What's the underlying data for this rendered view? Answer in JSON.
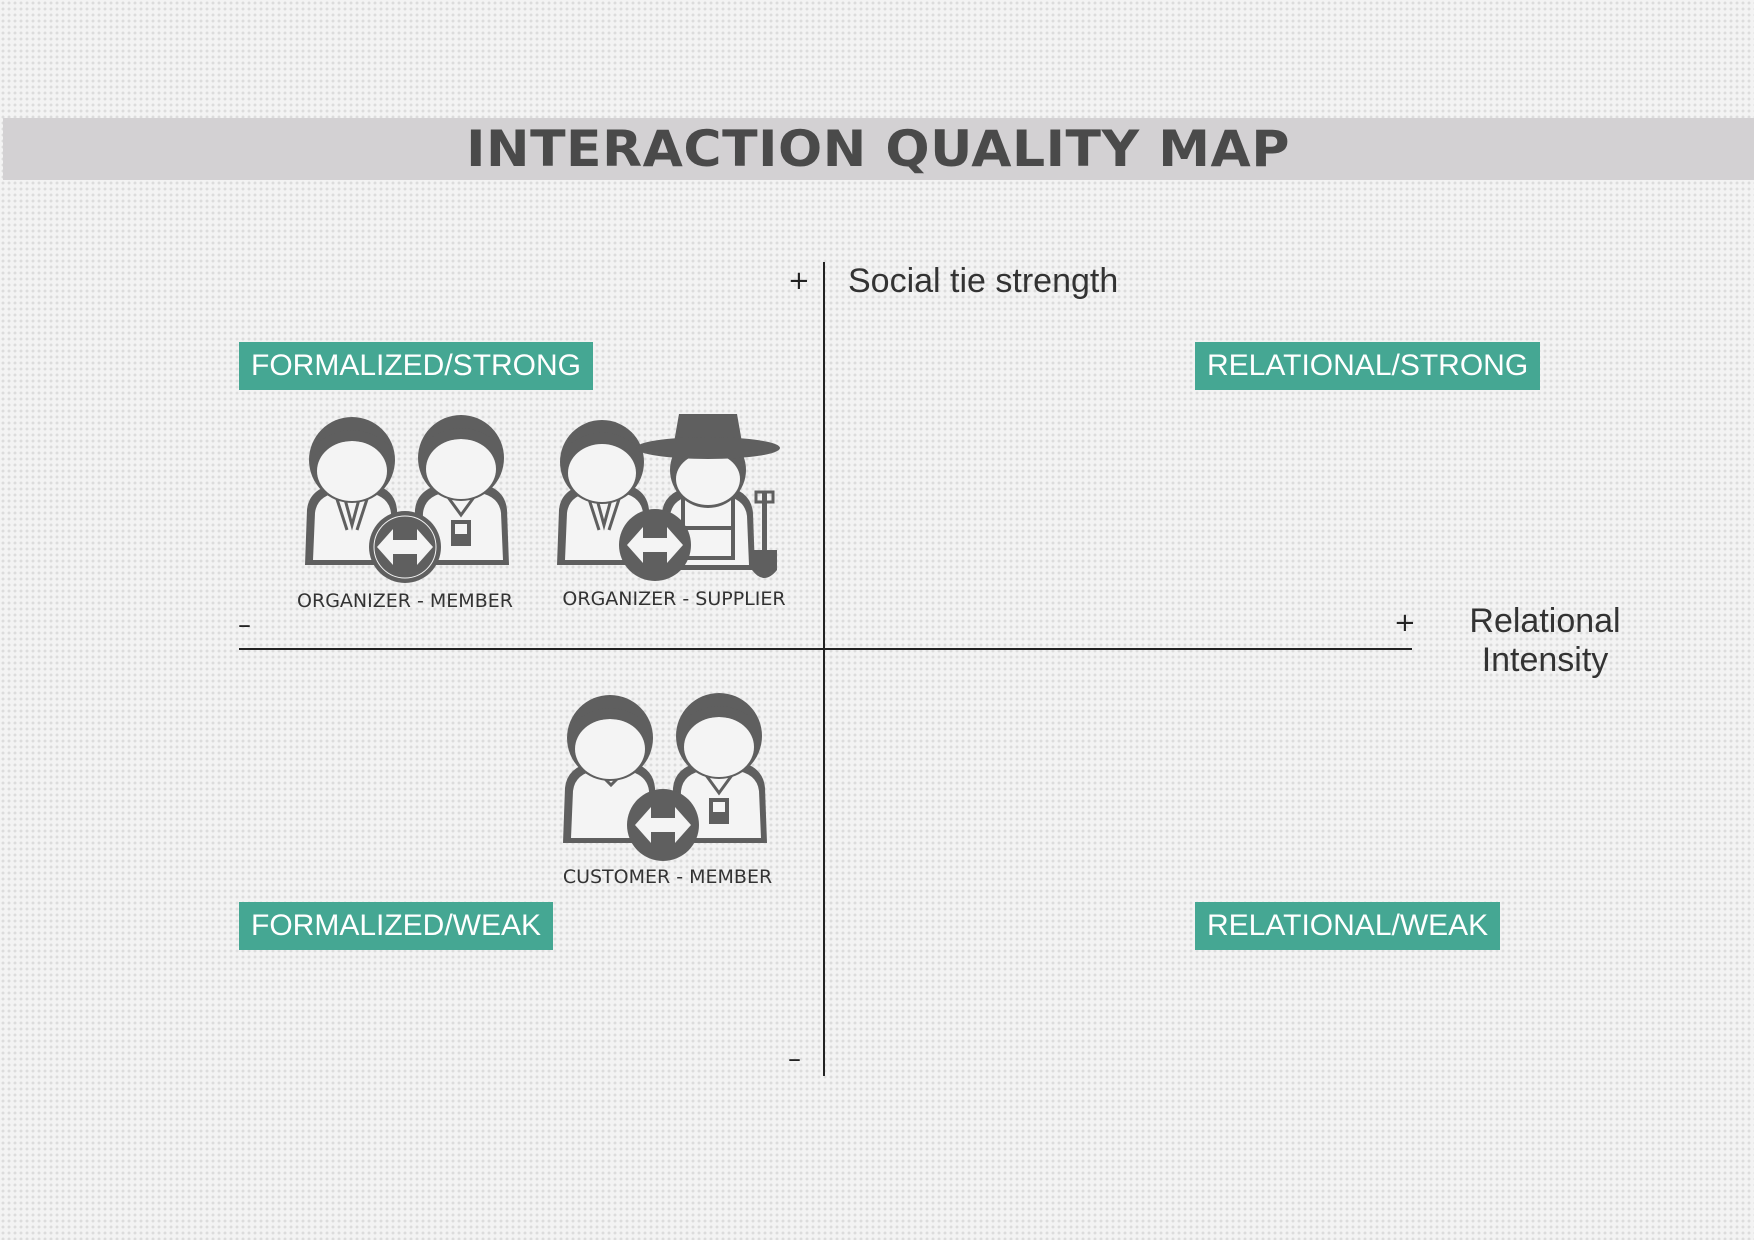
{
  "title": "INTERACTION QUALITY MAP",
  "axes": {
    "y": {
      "label": "Social tie strength",
      "plus": "+",
      "minus": "–"
    },
    "x": {
      "label_line1": "Relational",
      "label_line2": "Intensity",
      "plus": "+",
      "minus": "–"
    }
  },
  "quadrants": {
    "top_left": "FORMALIZED/STRONG",
    "top_right": "RELATIONAL/STRONG",
    "bottom_left": "FORMALIZED/WEAK",
    "bottom_right": "RELATIONAL/WEAK"
  },
  "pairs": [
    {
      "label": "ORGANIZER - MEMBER",
      "icon": "organizer-member-icon"
    },
    {
      "label": "ORGANIZER - SUPPLIER",
      "icon": "organizer-supplier-icon"
    },
    {
      "label": "CUSTOMER - MEMBER",
      "icon": "customer-member-icon"
    }
  ],
  "colors": {
    "quadrant_fill": "#45a793",
    "title_bar": "#d3d1d3",
    "icon_fill": "#5f5f5f"
  }
}
